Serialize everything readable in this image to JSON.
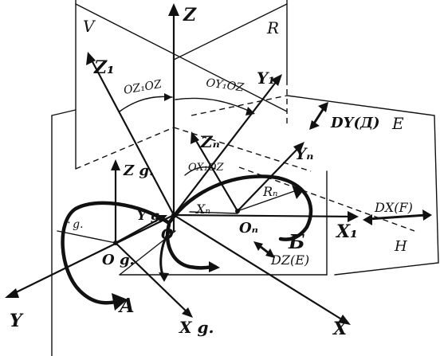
{
  "labels": {
    "Z": "Z",
    "V": "V",
    "R": "R",
    "E": "E",
    "H": "H",
    "Z1": "Z₁",
    "Y1": "Y₁",
    "Zn": "Zₙ",
    "Yn": "Yₙ",
    "Xn": "Xₙ",
    "Zg": "Z g.",
    "Yg": "Y g.",
    "Xg": "X g.",
    "X1": "X₁",
    "X": "X",
    "Y": "Y",
    "O": "O",
    "On": "Oₙ",
    "Og": "O g.",
    "Rn": "Rₙ",
    "rg": "r g.",
    "A": "A",
    "B": "Б",
    "DY": "DY(Д)",
    "DX": "DX(F)",
    "DZ": "DZ(E)",
    "ang_z1z": "OZ₁OZ",
    "ang_y1z": "OY₁OZ",
    "ang_x1z": "OX₁OZ"
  }
}
